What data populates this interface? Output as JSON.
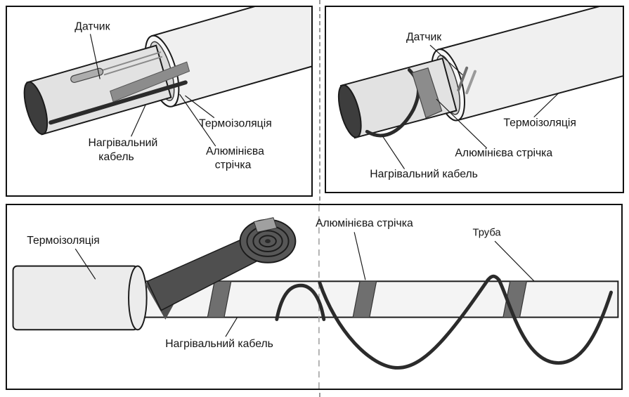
{
  "colors": {
    "outline": "#1a1a1a",
    "pipe_fill": "#e2e2e2",
    "insulation_fill": "#f0f0f0",
    "end_cap_dark": "#3d3d3d",
    "aluminum_tape_gray": "#8c8c8c",
    "band_gray": "#6f6f6f",
    "heating_cable_dark": "#2b2b2b",
    "tape_roll_dark": "#575757",
    "dashed_line_gray": "#9a9a9a"
  },
  "panels": {
    "top_left": {
      "labels": {
        "sensor": "Датчик",
        "heating_cable_line1": "Нагрівальний",
        "heating_cable_line2": "кабель",
        "insulation": "Термоізоляція",
        "tape_line1": "Алюмінієва",
        "tape_line2": "стрічка"
      }
    },
    "top_right": {
      "labels": {
        "sensor": "Датчик",
        "insulation": "Термоізоляція",
        "aluminum_tape": "Алюмінієва стрічка",
        "heating_cable": "Нагрівальний кабель"
      }
    },
    "bottom": {
      "labels": {
        "insulation": "Термоізоляція",
        "aluminum_tape": "Алюмінієва стрічка",
        "pipe": "Труба",
        "heating_cable": "Нагрівальний кабель"
      }
    }
  }
}
